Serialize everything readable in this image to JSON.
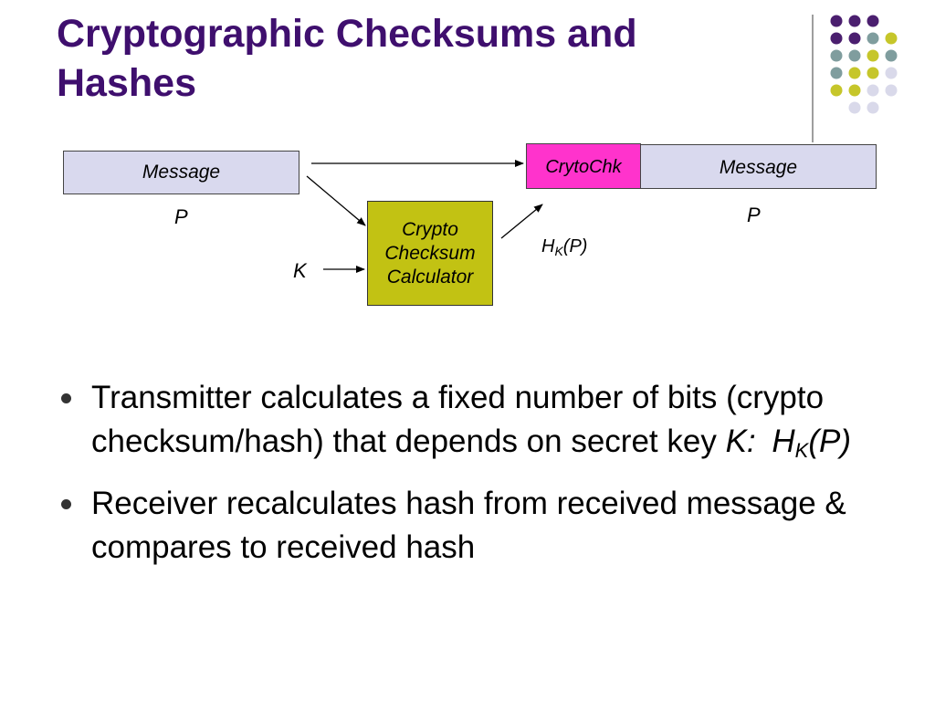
{
  "slide": {
    "title": "Cryptographic Checksums and Hashes",
    "accent_color": "#3f0f6e"
  },
  "diagram": {
    "left_message": "Message",
    "left_label": "P",
    "key_label": "K",
    "calc_lines": [
      "Crypto",
      "Checksum",
      "Calculator"
    ],
    "hash_label_main": "H",
    "hash_label_sub": "K",
    "hash_label_arg": "(P)",
    "chk_box": "CrytoChk",
    "right_message": "Message",
    "right_label": "P",
    "colors": {
      "message_fill": "#d9d9ee",
      "calc_fill": "#c2c213",
      "chk_fill": "#ff33cc"
    }
  },
  "bullets": [
    {
      "text": "Transmitter calculates a fixed number of bits (crypto checksum/hash) that depends on secret key",
      "italic_key": "K:",
      "italic_h": "H",
      "italic_sub": "K",
      "italic_arg": "(P)"
    },
    {
      "text": "Receiver recalculates hash from received message & compares to received hash"
    }
  ],
  "decoration": {
    "dot_colors": [
      "#4b1f6f",
      "#7f9d9e",
      "#c6c62a",
      "#d9d9ea"
    ]
  }
}
